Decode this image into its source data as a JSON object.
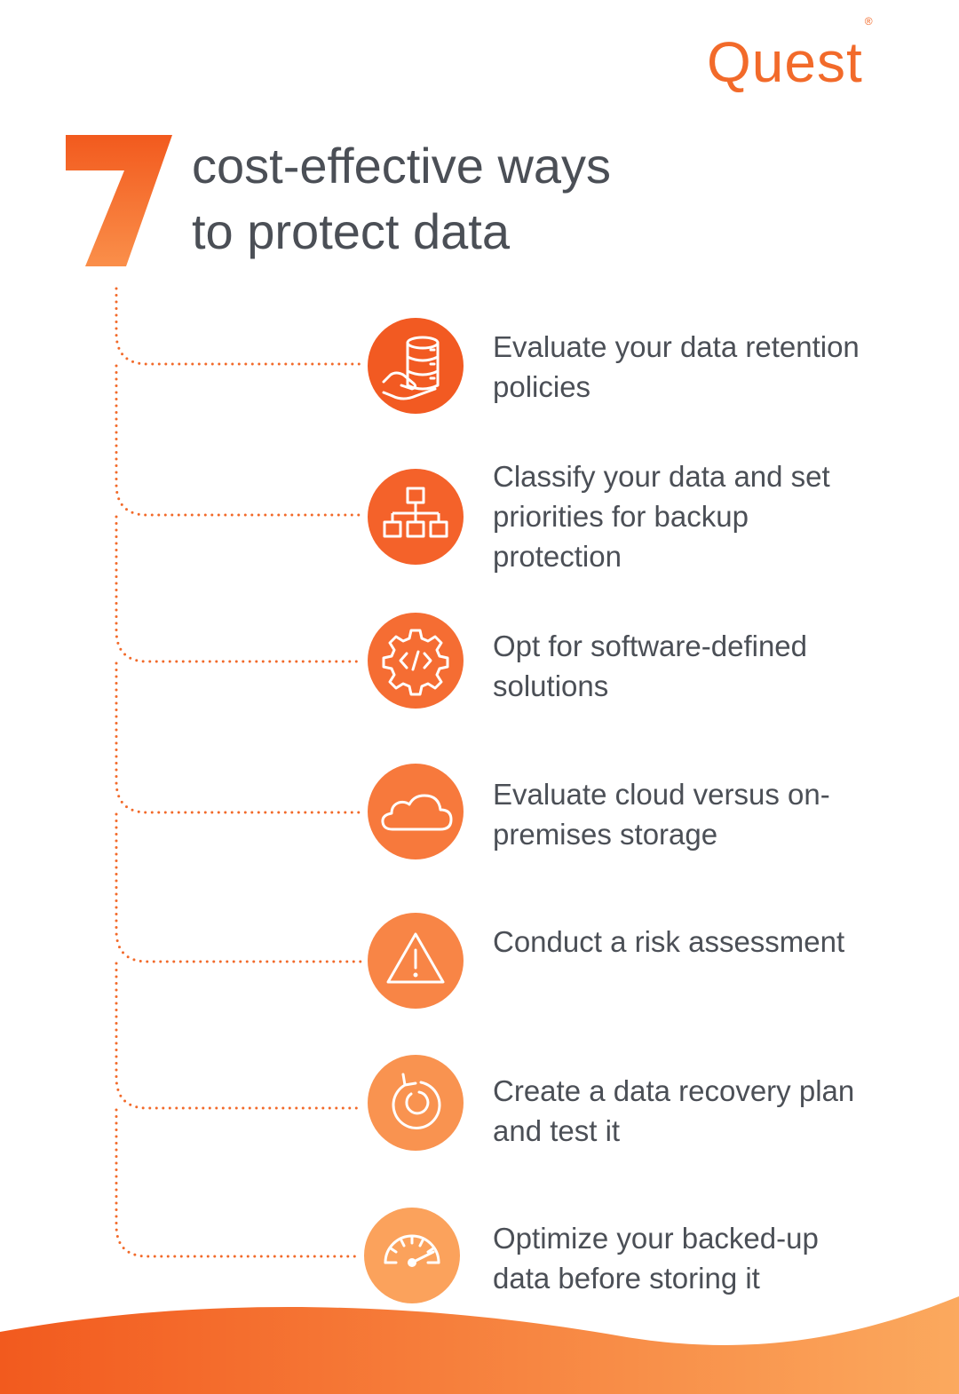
{
  "brand": {
    "logo_text": "Quest",
    "logo_mark": "®",
    "accent_color": "#f26a2a"
  },
  "header": {
    "number": "7",
    "title_line1": "cost-effective ways",
    "title_line2": "to protect data"
  },
  "steps": [
    {
      "text": "Evaluate your data retention policies",
      "icon": "database-hand-icon",
      "color": "#f25a22"
    },
    {
      "text": "Classify your data and set priorities for backup protection",
      "icon": "hierarchy-icon",
      "color": "#f4622a"
    },
    {
      "text": "Opt for software-defined solutions",
      "icon": "gear-code-icon",
      "color": "#f56d33"
    },
    {
      "text": "Evaluate cloud versus on-premises storage",
      "icon": "cloud-icon",
      "color": "#f7793c"
    },
    {
      "text": "Conduct a risk assessment",
      "icon": "warning-icon",
      "color": "#f88546"
    },
    {
      "text": "Create a data recovery plan and test it",
      "icon": "recovery-icon",
      "color": "#f99350"
    },
    {
      "text": "Optimize your backed-up data before storing it",
      "icon": "speedometer-icon",
      "color": "#fba25c"
    }
  ]
}
